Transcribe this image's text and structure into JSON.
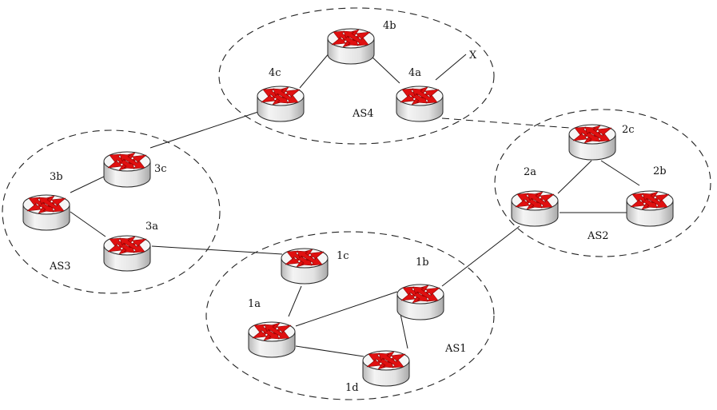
{
  "diagram": {
    "as_labels": {
      "AS1": "AS1",
      "AS2": "AS2",
      "AS3": "AS3",
      "AS4": "AS4"
    },
    "routers": {
      "1a": "1a",
      "1b": "1b",
      "1c": "1c",
      "1d": "1d",
      "2a": "2a",
      "2b": "2b",
      "2c": "2c",
      "3a": "3a",
      "3b": "3b",
      "3c": "3c",
      "4a": "4a",
      "4b": "4b",
      "4c": "4c"
    },
    "external_node": "X",
    "links": [
      [
        "3b",
        "3c"
      ],
      [
        "3b",
        "3a"
      ],
      [
        "3c",
        "4c"
      ],
      [
        "3a",
        "1c"
      ],
      [
        "4c",
        "4b"
      ],
      [
        "4b",
        "4a"
      ],
      [
        "4a",
        "X"
      ],
      [
        "4a",
        "2c"
      ],
      [
        "2c",
        "2a"
      ],
      [
        "2c",
        "2b"
      ],
      [
        "2a",
        "2b"
      ],
      [
        "2a",
        "1b"
      ],
      [
        "1c",
        "1a"
      ],
      [
        "1a",
        "1b"
      ],
      [
        "1a",
        "1d"
      ],
      [
        "1d",
        "1b"
      ]
    ],
    "colors": {
      "arrow": "#e01010",
      "body": "#e6e6e6",
      "outline": "#2a2a2a"
    }
  }
}
